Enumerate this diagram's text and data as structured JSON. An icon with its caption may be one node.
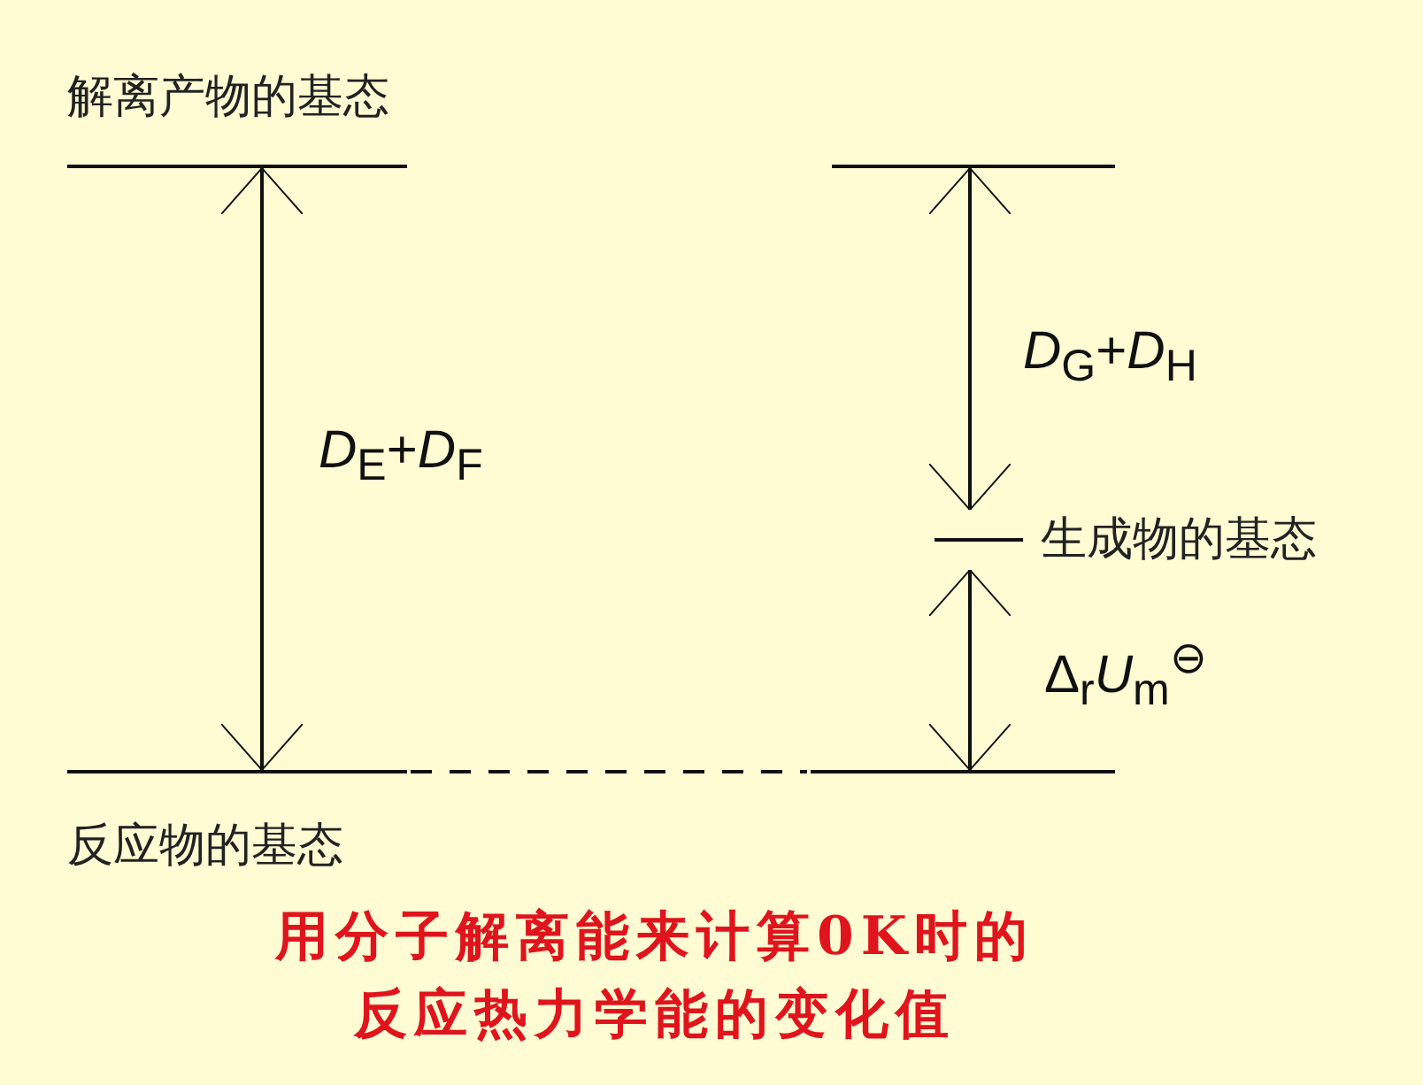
{
  "diagram": {
    "caption": "用分子解离能来计算0K时的反应热力学能的变化值",
    "nodes": [
      {
        "text": [
          "解离产物的基态"
        ]
      },
      {
        "text": [],
        "shape": "bar"
      },
      {
        "text": [
          "生成物的基态"
        ]
      },
      {
        "text": [
          "反应物的基态"
        ]
      },
      {
        "text": [],
        "shape": "bar"
      }
    ],
    "edges": [
      {
        "from": 0,
        "to": 3,
        "arrow": "both",
        "label": "*D*$_{E}$+*D*$_{F}$"
      },
      {
        "from": 1,
        "to": 2,
        "arrow": "both",
        "label": "*D*$_{G}$+*D*$_{H}$"
      },
      {
        "from": 2,
        "to": 4,
        "arrow": "both",
        "label": "Δ$_{r}$*U*$_{m}$$^{⊖}$"
      },
      {
        "from": 3,
        "to": 4,
        "arrow": "none",
        "style": "dashed"
      }
    ]
  }
}
